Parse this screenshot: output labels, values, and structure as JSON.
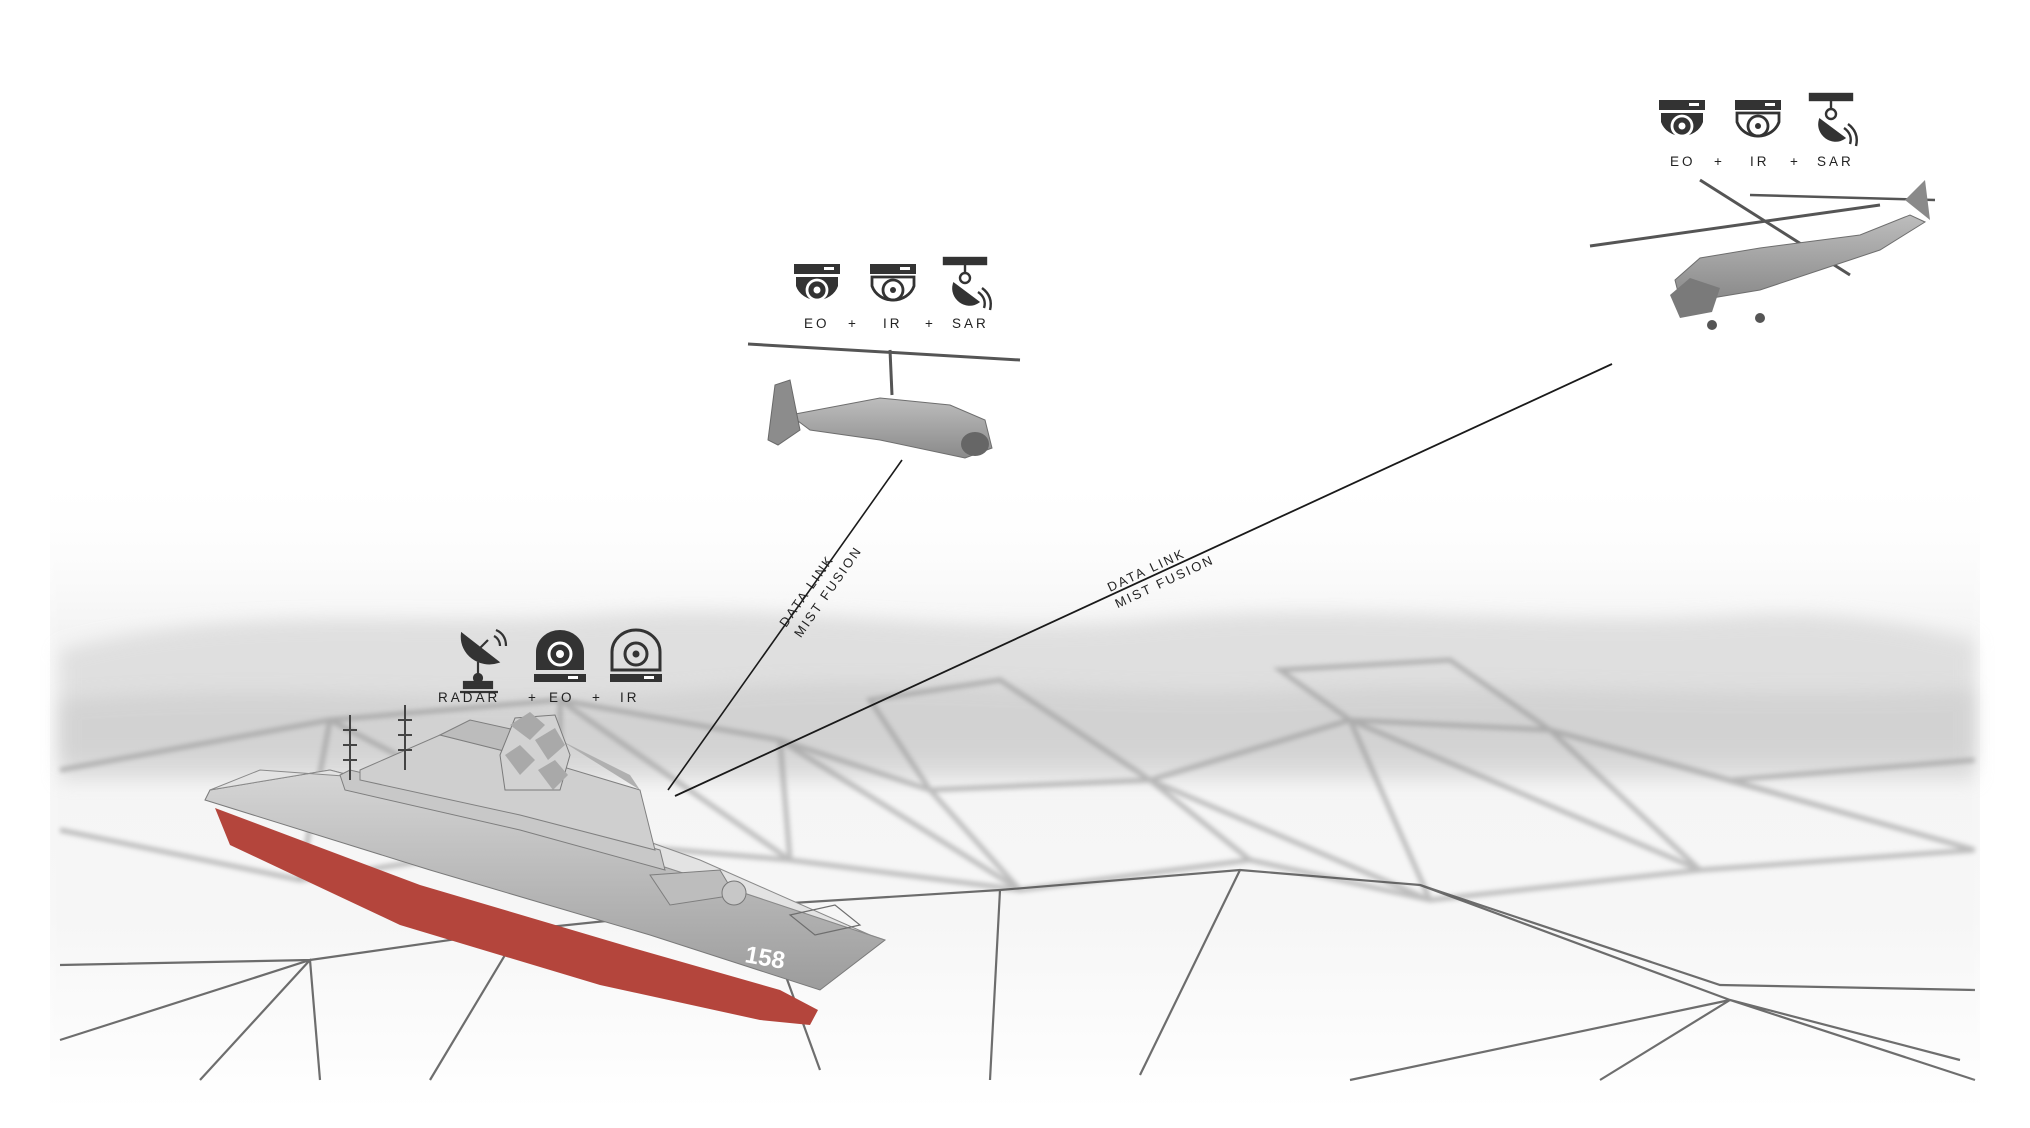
{
  "ship": {
    "hull_number": "158",
    "sensors": {
      "radar": "RADAR",
      "plus1": "+",
      "eo": "EO",
      "plus2": "+",
      "ir": "IR"
    },
    "icons": [
      "radar-dish-icon",
      "eo-camera-icon",
      "ir-camera-icon"
    ]
  },
  "drone": {
    "sensors": {
      "eo": "EO",
      "plus1": "+",
      "ir": "IR",
      "plus2": "+",
      "sar": "SAR"
    },
    "icons": [
      "eo-camera-icon",
      "ir-camera-icon",
      "sar-antenna-icon"
    ]
  },
  "helicopter": {
    "sensors": {
      "eo": "EO",
      "plus1": "+",
      "ir": "IR",
      "plus2": "+",
      "sar": "SAR"
    },
    "icons": [
      "eo-camera-icon",
      "ir-camera-icon",
      "sar-antenna-icon"
    ]
  },
  "links": {
    "drone": {
      "line1": "DATA LINK",
      "line2": "MIST FUSION"
    },
    "helicopter": {
      "line1": "DATA LINK",
      "line2": "MIST FUSION"
    }
  },
  "colors": {
    "line": "#1a1a1a",
    "hull_red": "#b4453c",
    "hull_grey": "#9a9a9a",
    "icon": "#333333"
  }
}
